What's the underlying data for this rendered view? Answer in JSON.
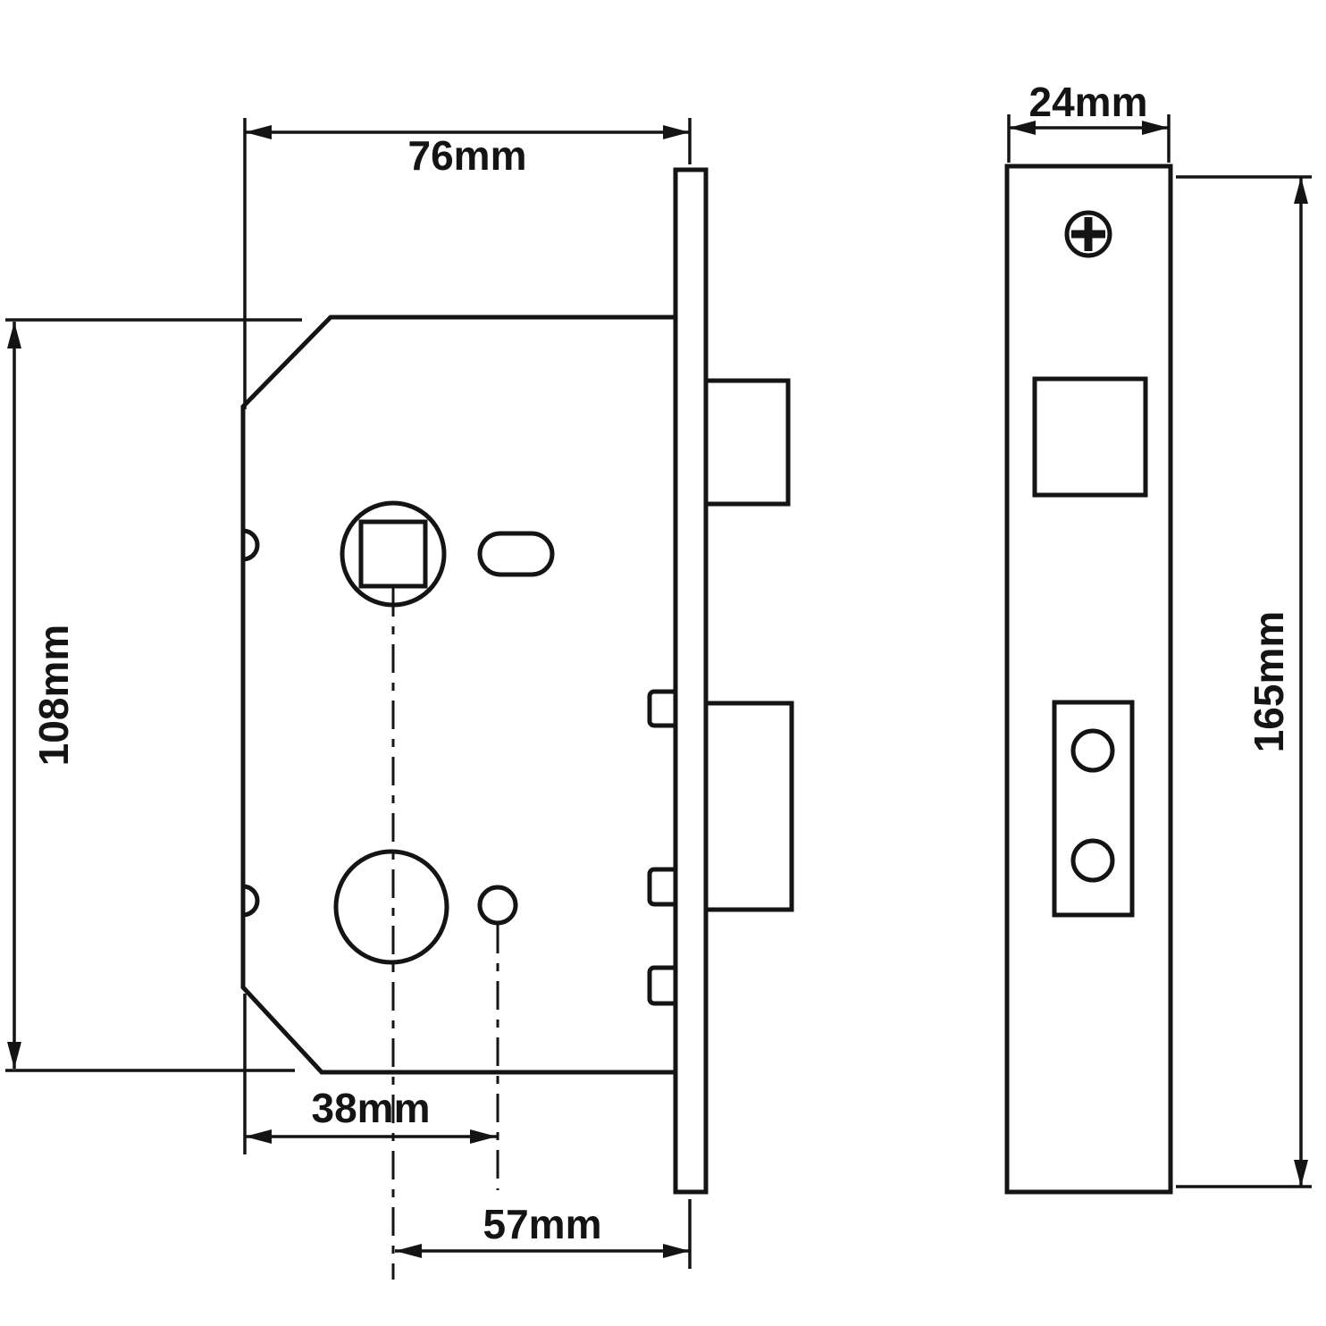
{
  "diagram": {
    "colors": {
      "background": "#ffffff",
      "line": "#141414"
    },
    "dims": {
      "lock_depth": "76mm",
      "lock_height": "108mm",
      "backset": "38mm",
      "spindle_center": "57mm",
      "faceplate_width": "24mm",
      "faceplate_height": "165mm"
    }
  }
}
